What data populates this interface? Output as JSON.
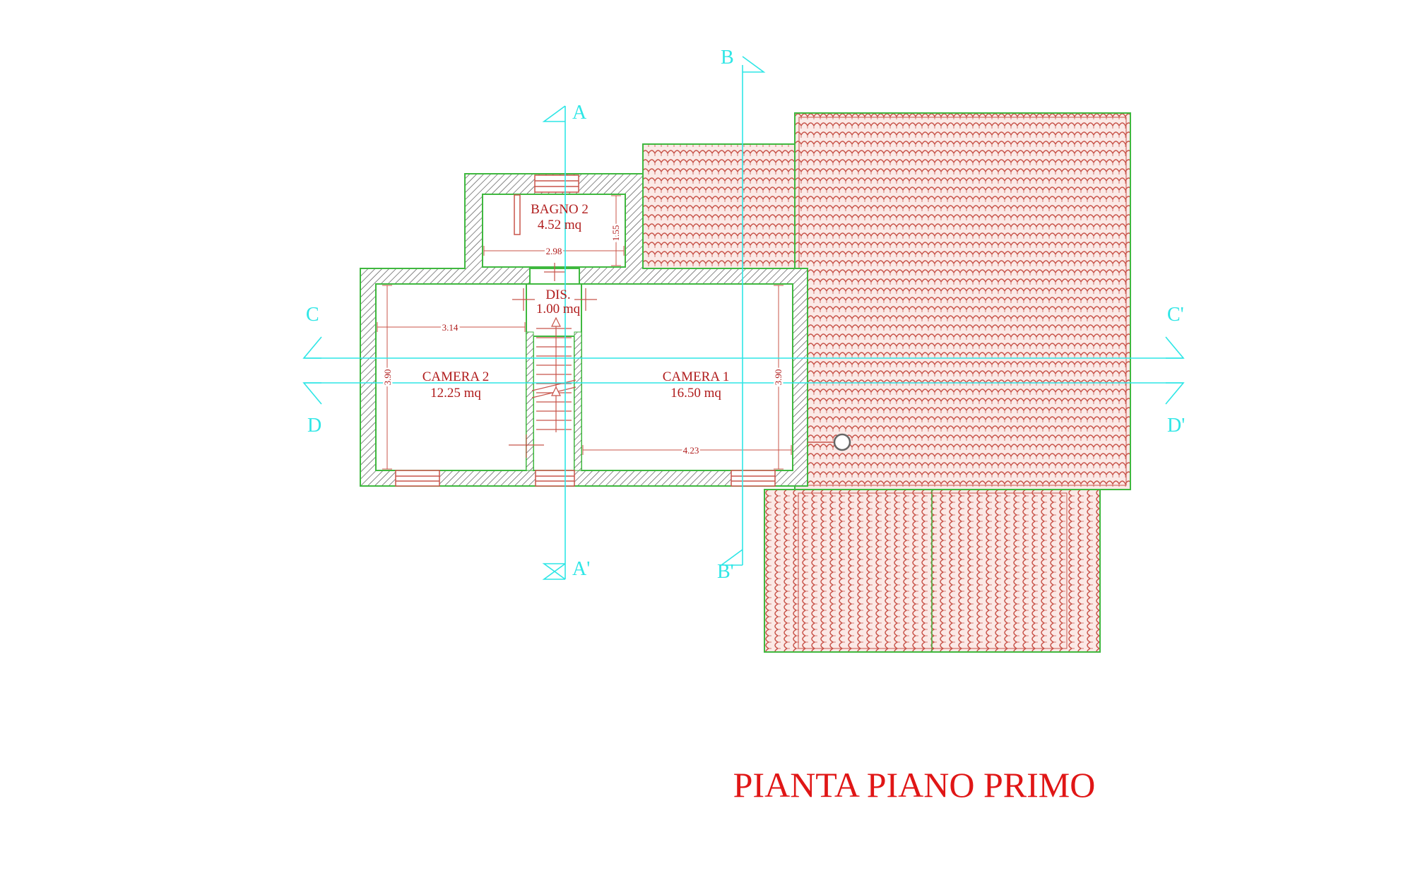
{
  "rooms": {
    "bagno2": {
      "name": "BAGNO 2",
      "area": "4.52 mq"
    },
    "dis": {
      "name": "DIS.",
      "area": "1.00 mq"
    },
    "camera2": {
      "name": "CAMERA 2",
      "area": "12.25 mq"
    },
    "camera1": {
      "name": "CAMERA 1",
      "area": "16.50 mq"
    }
  },
  "dimensions": {
    "bagno_width": "2.98",
    "bagno_depth": "1.55",
    "camera2_width": "3.14",
    "camera2_depth": "3.90",
    "camera1_width": "4.23",
    "camera1_depth": "3.90"
  },
  "sections": {
    "a": "A",
    "a_prime": "A'",
    "b": "B",
    "b_prime": "B'",
    "c": "C",
    "c_prime": "C'",
    "d": "D",
    "d_prime": "D'"
  },
  "title": "PIANTA PIANO PRIMO",
  "colors": {
    "wall_outline": "#3fb83f",
    "wall_hatch": "#555555",
    "tile": "#c8544a",
    "tile_bg": "#fbe9e6",
    "section_line": "#2ee6e6",
    "text": "#b01c1c",
    "title": "#e01616"
  }
}
